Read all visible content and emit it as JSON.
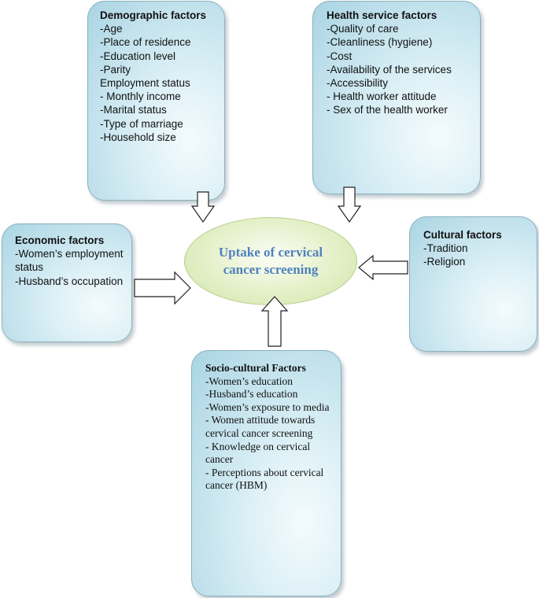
{
  "center": {
    "label": "Uptake of cervical cancer screening"
  },
  "demographic": {
    "title": "Demographic factors",
    "items": [
      "-Age",
      "-Place of residence",
      "-Education level",
      "-Parity",
      "Employment status",
      "- Monthly income",
      "-Marital status",
      "-Type of marriage",
      "-Household size"
    ]
  },
  "health_service": {
    "title": "Health service factors",
    "items": [
      "-Quality of care",
      "-Cleanliness (hygiene)",
      "-Cost",
      "-Availability of the services",
      "-Accessibility",
      "- Health worker attitude",
      "- Sex of the health worker"
    ]
  },
  "economic": {
    "title": "Economic factors",
    "items": [
      "-Women’s employment status",
      "-Husband’s occupation"
    ]
  },
  "cultural": {
    "title": "Cultural factors",
    "items": [
      "-Tradition",
      "-Religion"
    ]
  },
  "socio_cultural": {
    "title": "Socio-cultural Factors",
    "items": [
      "-Women’s education",
      "-Husband’s education",
      "-Women’s exposure to media",
      "- Women attitude towards cervical cancer screening",
      "- Knowledge on cervical cancer",
      "- Perceptions about cervical cancer (HBM)"
    ]
  }
}
